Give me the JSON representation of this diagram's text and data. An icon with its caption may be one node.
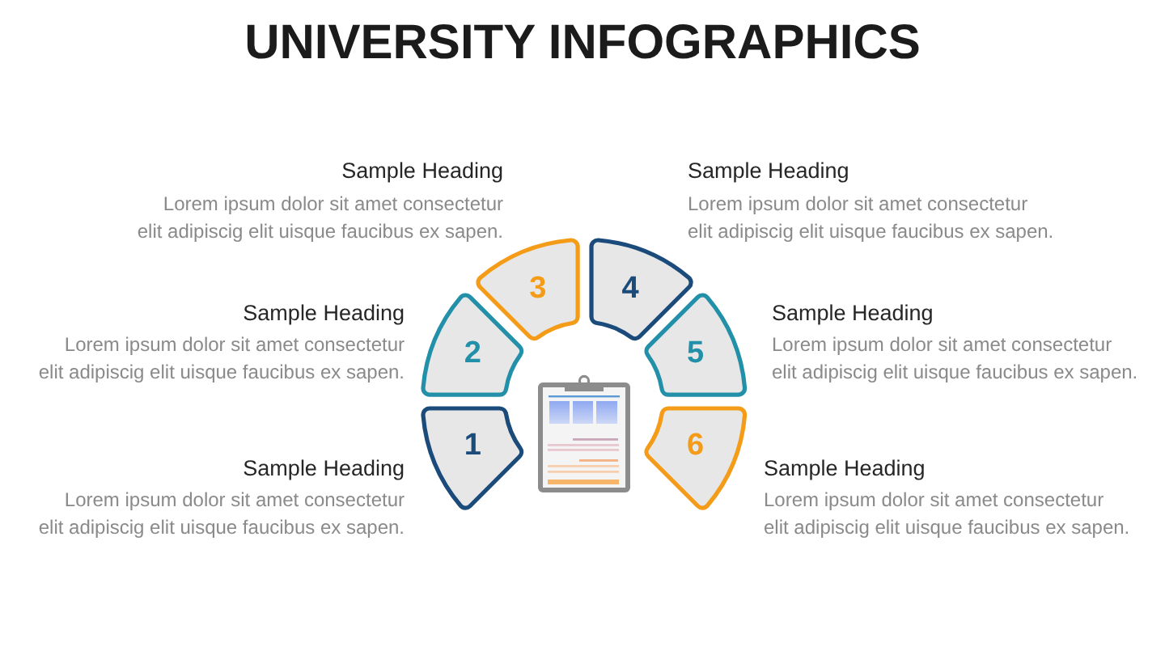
{
  "diagram": {
    "title": "UNIVERSITY INFOGRAPHICS",
    "nodes": [
      {
        "text": [
          "1"
        ],
        "beside": [
          "Sample Heading",
          "Lorem ipsum dolor sit amet consectetur elit adipiscig elit uisque faucibus ex sapen."
        ]
      },
      {
        "text": [
          "2"
        ],
        "beside": [
          "Sample Heading",
          "Lorem ipsum dolor sit amet consectetur elit adipiscig elit uisque faucibus ex sapen."
        ]
      },
      {
        "text": [
          "3"
        ],
        "beside": [
          "Sample Heading",
          "Lorem ipsum dolor sit amet consectetur elit adipiscig elit uisque faucibus ex sapen."
        ]
      },
      {
        "text": [
          "4"
        ],
        "beside": [
          "Sample Heading",
          "Lorem ipsum dolor sit amet consectetur elit adipiscig elit uisque faucibus ex sapen."
        ]
      },
      {
        "text": [
          "5"
        ],
        "beside": [
          "Sample Heading",
          "Lorem ipsum dolor sit amet consectetur elit adipiscig elit uisque faucibus ex sapen."
        ]
      },
      {
        "text": [
          "6"
        ],
        "beside": [
          "Sample Heading",
          "Lorem ipsum dolor sit amet consectetur elit adipiscig elit uisque faucibus ex sapen."
        ]
      }
    ]
  }
}
